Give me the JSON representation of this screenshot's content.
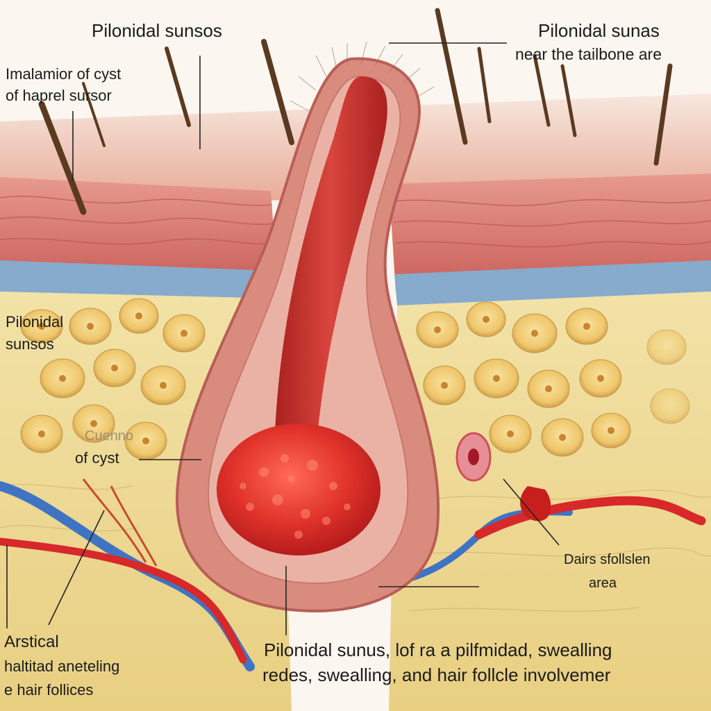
{
  "labels": {
    "title_left": "Pilonidal sunsos",
    "title_right": "Pilonidal sunas",
    "subtitle_right": "near the tailbone are",
    "inflammation_line1": "Imalamior of cyst",
    "inflammation_line2": "of haprel sursor",
    "left_mid_line1": "Pilonidal",
    "left_mid_line2": "sunsos",
    "cyst_faded": "Cuenno",
    "cyst_label": "of cyst",
    "right_line1": "Dairs sfollslen",
    "right_line2": "area",
    "bottom_left_line1": "Arstical",
    "bottom_left_line2": "haltitad aneteling",
    "bottom_left_line3": "e hair follices",
    "bottom_center_line1": "Pilonidal sunus, lof ra a pilfmidad, swealling",
    "bottom_center_line2": "redes, swealling, and hair follcle involvemer"
  },
  "colors": {
    "skin_surface": "#e8a796",
    "dermis": "#cf6b64",
    "blue_layer": "#7fa6c9",
    "fat": "#efd98f",
    "fat_cell": "#e9c26a",
    "cyst_wall": "#d98c7e",
    "sinus_tract": "#c9322d",
    "cyst_mass": "#e23a2e",
    "vein": "#3f74c4",
    "artery": "#d7282a",
    "hair": "#5b3a22"
  }
}
